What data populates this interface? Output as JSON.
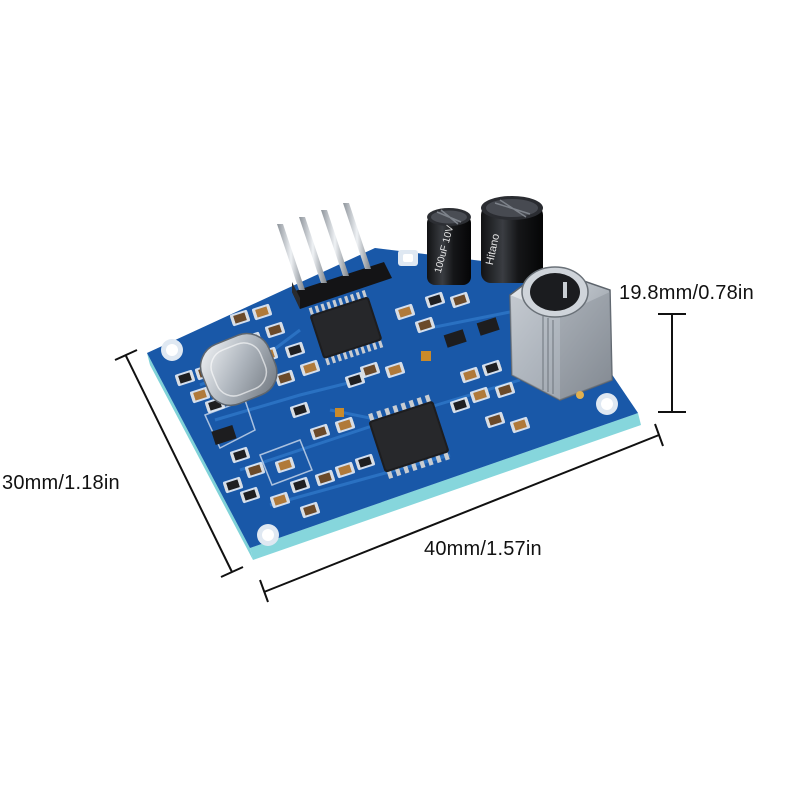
{
  "dimensions": {
    "height": "19.8mm/0.78in",
    "width": "30mm/1.18in",
    "length": "40mm/1.57in"
  },
  "components": {
    "capacitor_label": "100uF 10V",
    "capacitor_brand": "Hitano"
  },
  "colors": {
    "pcb": "#1b5fb0",
    "pcb_edge": "#7fd2d8",
    "silkscreen": "#e8eef6",
    "ic": "#1d1d1f",
    "pin": "#c8ccd1",
    "background": "#ffffff"
  }
}
